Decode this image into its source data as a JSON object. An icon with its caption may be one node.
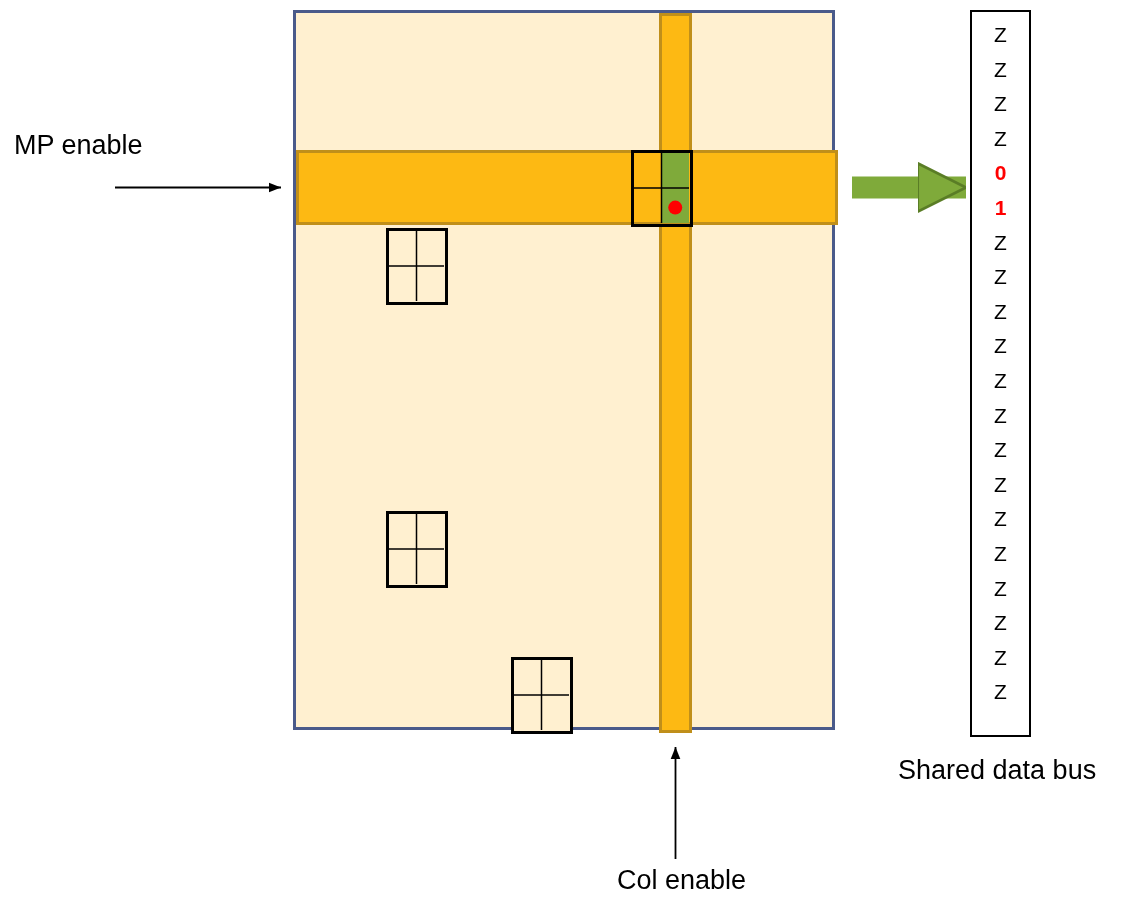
{
  "diagram": {
    "nodes": [
      {
        "text": [
          "MP enable"
        ]
      },
      {
        "text": [],
        "shape": "box"
      },
      {
        "text": [],
        "shape": "bar",
        "in": 1
      },
      {
        "text": [],
        "shape": "bar",
        "in": 1
      },
      {
        "text": [],
        "shape": "box",
        "in": 1
      },
      {
        "text": [],
        "shape": "box",
        "in": 2
      },
      {
        "text": [],
        "shape": "box",
        "in": 1
      },
      {
        "text": [],
        "shape": "box",
        "in": 1
      },
      {
        "text": [
          "Col enable"
        ]
      },
      {
        "text": [
          "Z",
          "Z",
          "Z",
          "Z",
          "0",
          "1",
          "Z",
          "Z",
          "Z",
          "Z",
          "Z",
          "Z",
          "Z",
          "Z",
          "Z",
          "Z",
          "Z",
          "Z",
          "Z",
          "Z"
        ],
        "beside": [
          "Shared data bus"
        ]
      }
    ],
    "edges": [
      {
        "from": 0,
        "to": 2,
        "arrow": "to"
      },
      {
        "from": 8,
        "to": 3,
        "arrow": "to"
      },
      {
        "from": 2,
        "to": 9,
        "arrow": "to",
        "style": "thick",
        "color": "#7faa3a"
      }
    ]
  }
}
